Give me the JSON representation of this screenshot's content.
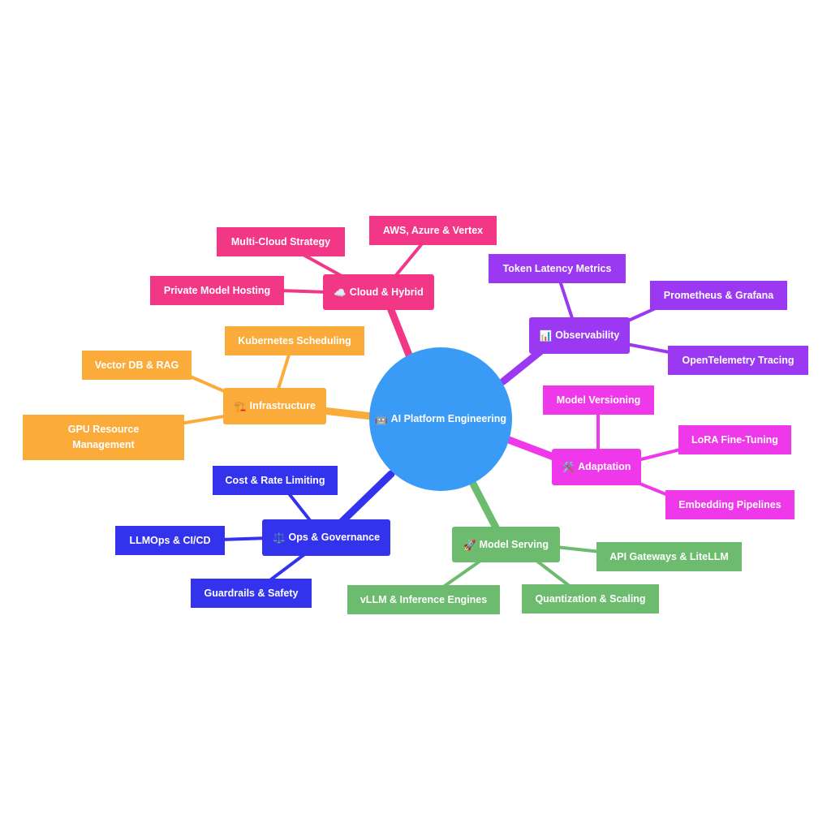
{
  "colors": {
    "center": "#3a9bf7",
    "cloud": "#f23787",
    "infrastructure": "#fbab3a",
    "ops": "#3333ee",
    "serving": "#6dbb6e",
    "adaptation": "#ef38e9",
    "observability": "#9b38f1"
  },
  "center": {
    "emoji": "🤖",
    "label": "AI Platform Engineering"
  },
  "branches": {
    "cloud": {
      "emoji": "☁️",
      "label": "Cloud & Hybrid",
      "leaves": [
        "AWS, Azure & Vertex",
        "Multi-Cloud Strategy",
        "Private Model Hosting"
      ]
    },
    "infrastructure": {
      "emoji": "🏗️",
      "label": "Infrastructure",
      "leaves": [
        "Kubernetes Scheduling",
        "Vector DB & RAG",
        "GPU Resource Management"
      ]
    },
    "ops": {
      "emoji": "⚖️",
      "label": "Ops & Governance",
      "leaves": [
        "Cost & Rate Limiting",
        "LLMOps & CI/CD",
        "Guardrails & Safety"
      ]
    },
    "serving": {
      "emoji": "🚀",
      "label": "Model Serving",
      "leaves": [
        "vLLM & Inference Engines",
        "Quantization & Scaling",
        "API Gateways & LiteLLM"
      ]
    },
    "adaptation": {
      "emoji": "🛠️",
      "label": "Adaptation",
      "leaves": [
        "Model Versioning",
        "LoRA Fine-Tuning",
        "Embedding Pipelines"
      ]
    },
    "observability": {
      "emoji": "📊",
      "label": "Observability",
      "leaves": [
        "Token Latency Metrics",
        "Prometheus & Grafana",
        "OpenTelemetry Tracing"
      ]
    }
  }
}
